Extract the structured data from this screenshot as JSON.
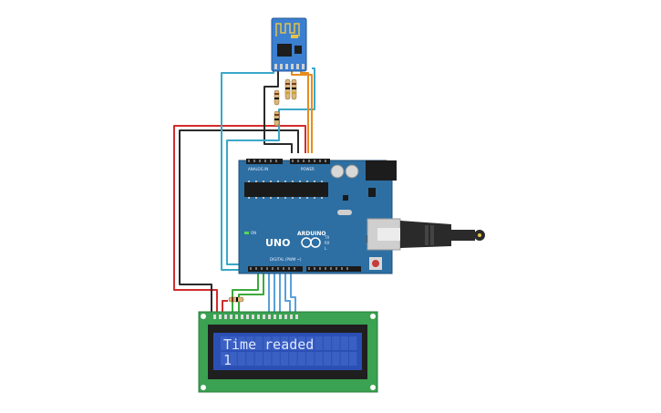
{
  "lcd": {
    "line1": "Time readed",
    "line2": "1"
  },
  "arduino": {
    "model": "UNO",
    "brand": "ARDUINO",
    "digital_header_label": "DIGITAL (PWM ~)",
    "analog_header_label": "ANALOG IN",
    "power_header_label": "POWER",
    "on_label": "ON",
    "tx_label": "TX",
    "rx_label": "RX",
    "l_label": "L"
  },
  "colors": {
    "board": "#2d6fa3",
    "lcd_pcb": "#3aa251",
    "lcd_screen": "#2b4fb5",
    "wifi_module": "#3b7fd0",
    "wire_red": "#d32b2b",
    "wire_black": "#2a2a2a",
    "wire_cyan": "#3aa8c8",
    "wire_orange": "#e88b1c",
    "wire_green": "#3caa3c",
    "wire_blue": "#5aa0d8"
  },
  "components": [
    "esp8266-wifi-module",
    "arduino-uno",
    "lcd-16x2",
    "resistor",
    "resistor",
    "resistor",
    "resistor",
    "usb-cable"
  ]
}
